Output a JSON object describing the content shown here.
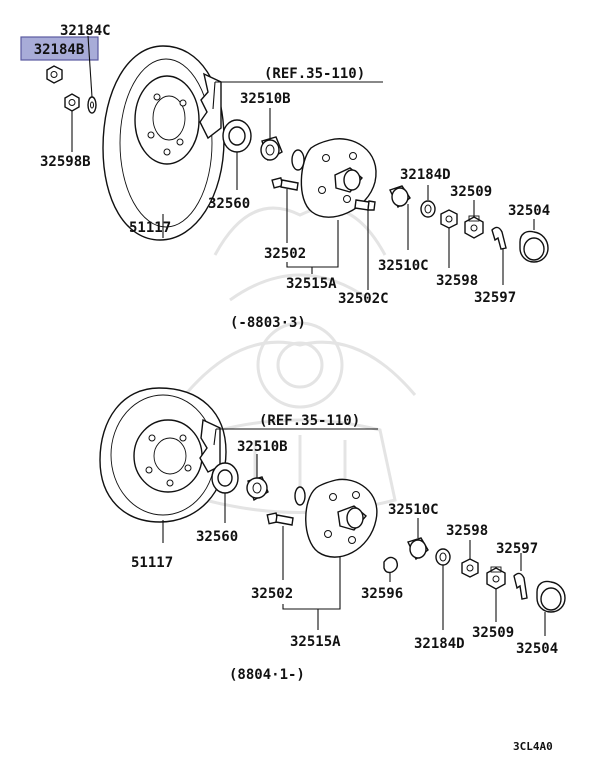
{
  "highlight": {
    "label": "32184B",
    "bg_color": "#a8acd8",
    "border_color": "#5a5aa0"
  },
  "top": {
    "labels": {
      "p32184c": "32184C",
      "ref": "(REF.35-110)",
      "p32510b": "32510B",
      "p32598b": "32598B",
      "p32560": "32560",
      "p51117": "51117",
      "p32184d": "32184D",
      "p32509": "32509",
      "p32504": "32504",
      "p32502": "32502",
      "p32510c": "32510C",
      "p32598": "32598",
      "p32515a": "32515A",
      "p32502c": "32502C",
      "p32597": "32597"
    },
    "range": "(-8803·3)"
  },
  "bottom": {
    "labels": {
      "ref": "(REF.35-110)",
      "p32510b": "32510B",
      "p32560": "32560",
      "p51117": "51117",
      "p32510c": "32510C",
      "p32598": "32598",
      "p32597": "32597",
      "p32502": "32502",
      "p32596": "32596",
      "p32515a": "32515A",
      "p32509": "32509",
      "p32184d": "32184D",
      "p32504": "32504"
    },
    "range": "(8804·1-)"
  },
  "footer_code": "3CL4A0"
}
